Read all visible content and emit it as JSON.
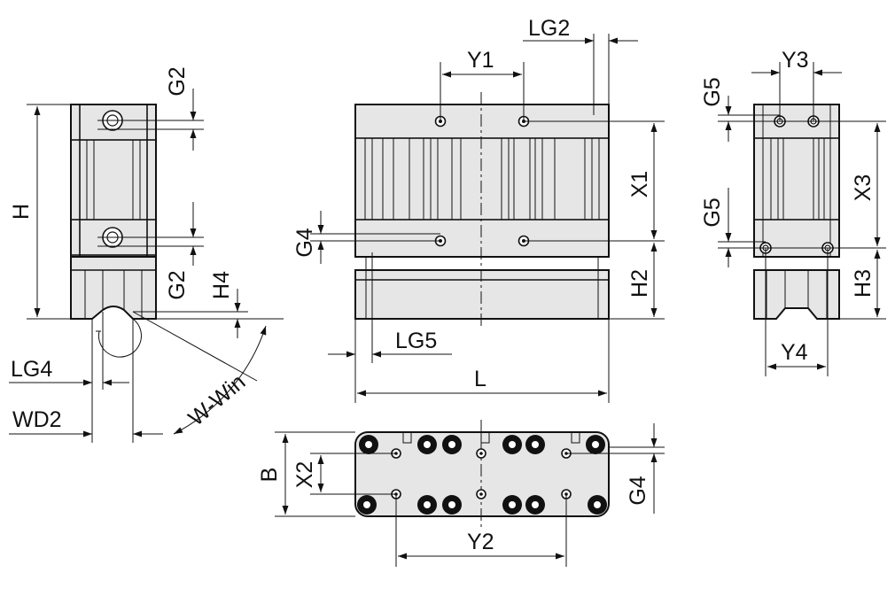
{
  "labels": {
    "H": "H",
    "G2_top": "G2",
    "G2_bottom": "G2",
    "H4": "H4",
    "LG4": "LG4",
    "WD2": "WD2",
    "W_Win": "W-Win",
    "LG2": "LG2",
    "Y1": "Y1",
    "X1": "X1",
    "G4_front": "G4",
    "H2": "H2",
    "LG5": "LG5",
    "L": "L",
    "Y3": "Y3",
    "G5_top": "G5",
    "X3": "X3",
    "G5_bottom": "G5",
    "H3": "H3",
    "Y4": "Y4",
    "B": "B",
    "X2": "X2",
    "G4_bottom": "G4",
    "Y2": "Y2"
  }
}
